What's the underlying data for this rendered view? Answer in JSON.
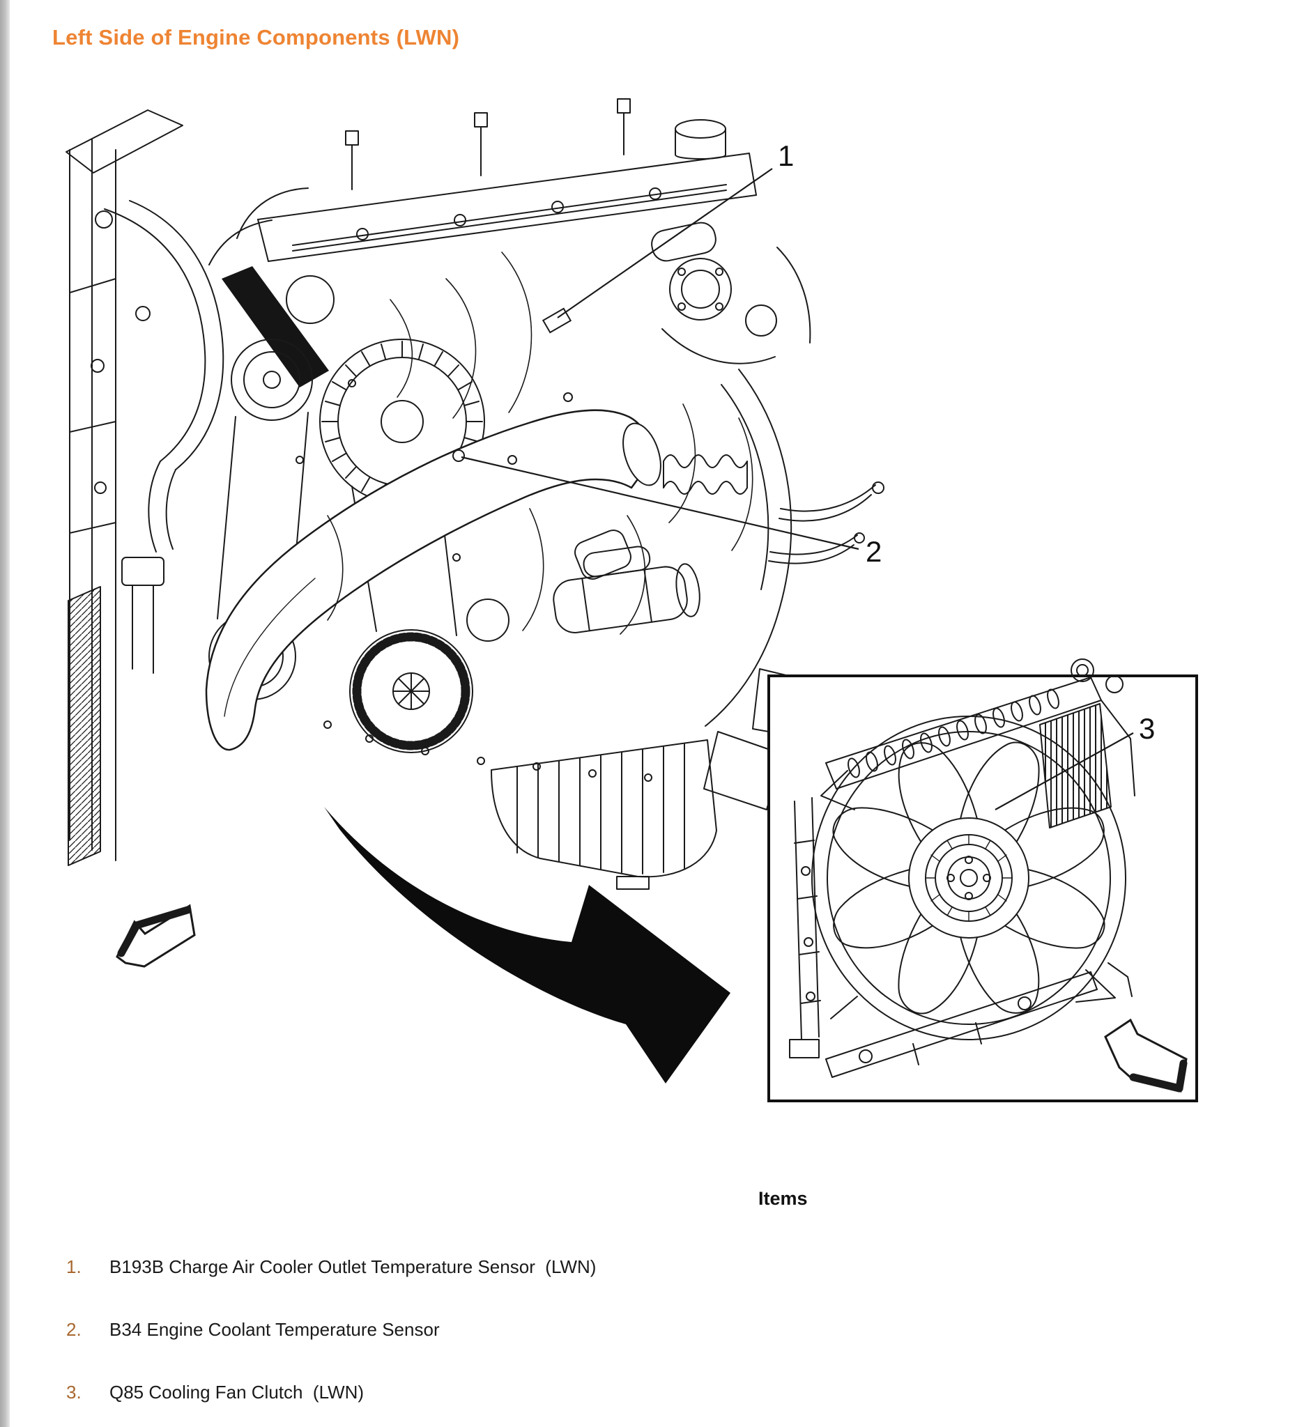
{
  "page": {
    "title": "Left Side of Engine Components (LWN)",
    "items_heading": "Items"
  },
  "colors": {
    "title_accent": "#ee8433",
    "list_number": "#a8672f",
    "body_text": "#1a1a1a",
    "line_art": "#1a1a1a",
    "edge_strip": "#b5b5b5"
  },
  "figure": {
    "callouts": [
      {
        "label": "1"
      },
      {
        "label": "2"
      },
      {
        "label": "3"
      }
    ]
  },
  "items": [
    {
      "number": "1.",
      "label": "B193B Charge Air Cooler Outlet Temperature Sensor  (LWN)"
    },
    {
      "number": "2.",
      "label": "B34 Engine Coolant Temperature Sensor"
    },
    {
      "number": "3.",
      "label": "Q85 Cooling Fan Clutch  (LWN)"
    }
  ]
}
